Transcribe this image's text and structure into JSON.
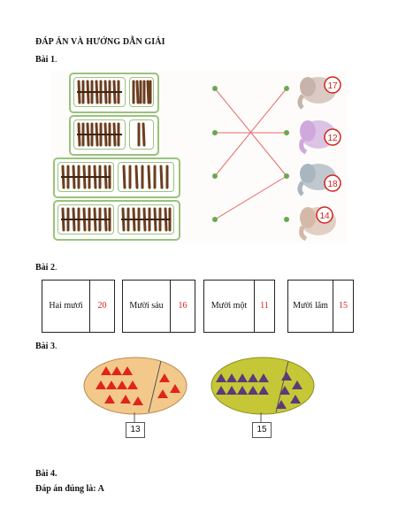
{
  "title": "ĐÁP ÁN VÀ HƯỚNG DẪN GIẢI",
  "bai1": {
    "label": "Bài 1",
    "elephant_numbers": [
      "17",
      "12",
      "18",
      "14"
    ]
  },
  "bai2": {
    "label": "Bài 2",
    "cards": [
      {
        "word": "Hai mươi",
        "number": "20"
      },
      {
        "word": "Mười sáu",
        "number": "16"
      },
      {
        "word": "Mười một",
        "number": "11"
      },
      {
        "word": "Mười lăm",
        "number": "15"
      }
    ]
  },
  "bai3": {
    "label": "Bài 3",
    "box_left": "13",
    "box_right": "15"
  },
  "bai4": {
    "label": "Bài 4.",
    "answer": "Đáp án đúng là: A"
  },
  "colors": {
    "accent_red": "#d2231e",
    "green_border": "#9bc27d",
    "oval_orange": "#f3c98b",
    "oval_olive": "#c6c736"
  }
}
